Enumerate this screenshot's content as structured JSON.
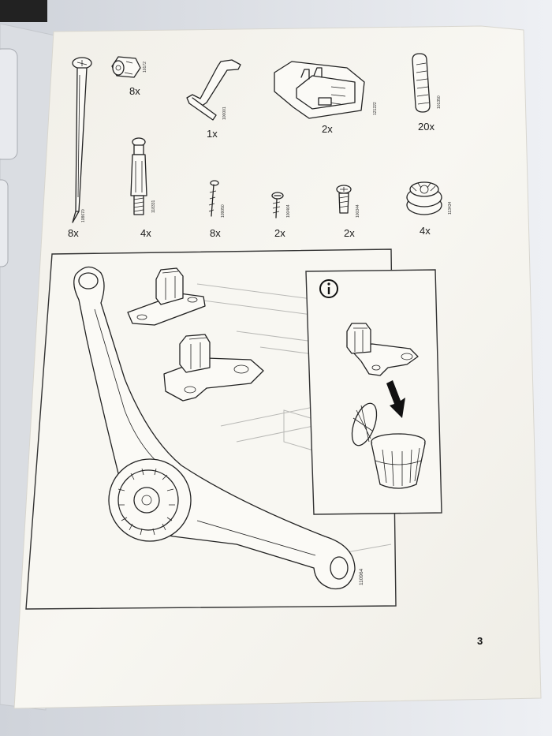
{
  "page": {
    "number": "3"
  },
  "parts": [
    {
      "id": "long-screw",
      "qty": "8x",
      "part_no": "108670"
    },
    {
      "id": "cam-barrel",
      "qty": "8x",
      "part_no": "10172"
    },
    {
      "id": "allen-key",
      "qty": "1x",
      "part_no": "100001"
    },
    {
      "id": "hinge-clip",
      "qty": "2x",
      "part_no": "121222"
    },
    {
      "id": "wood-dowel",
      "qty": "20x",
      "part_no": "101350"
    },
    {
      "id": "cam-bolt",
      "qty": "4x",
      "part_no": "118331"
    },
    {
      "id": "thin-screw",
      "qty": "8x",
      "part_no": "109050"
    },
    {
      "id": "short-screw",
      "qty": "2x",
      "part_no": "100464"
    },
    {
      "id": "flat-screw",
      "qty": "2x",
      "part_no": "100344"
    },
    {
      "id": "cam-lock",
      "qty": "4x",
      "part_no": "113434"
    }
  ],
  "main_panel": {
    "part_no": "110964"
  },
  "info_panel": {
    "icon": "info-icon"
  },
  "colors": {
    "paper": "#f7f6f1",
    "line": "#222222",
    "background": "#e3e6ec"
  }
}
